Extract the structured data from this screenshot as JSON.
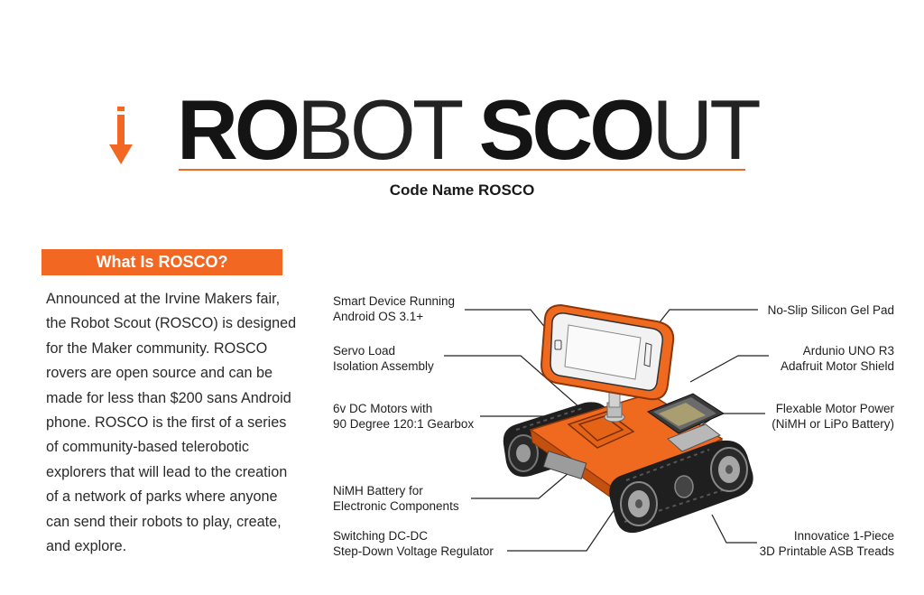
{
  "header": {
    "title_parts": [
      "RO",
      "BOT ",
      "SCO",
      "UT"
    ],
    "subtitle": "Code Name ROSCO"
  },
  "section": {
    "heading": "What Is ROSCO?",
    "body": "Announced at the Irvine Makers fair, the Robot Scout (ROSCO) is designed for the Maker community. ROSCO rovers are open source and can be made for less than $200 sans Android phone. ROSCO is the first of a series of community-based telerobotic explorers that will lead to the creation of a network of parks where anyone can send their robots to play, create, and explore."
  },
  "callouts": {
    "smart_device": [
      "Smart Device Running",
      "Android OS 3.1+"
    ],
    "servo": [
      "Servo Load",
      "Isolation Assembly"
    ],
    "motors": [
      "6v DC Motors with",
      "90 Degree 120:1 Gearbox"
    ],
    "battery": [
      "NiMH Battery for",
      "Electronic Components"
    ],
    "regulator": [
      "Switching DC-DC",
      "Step-Down Voltage Regulator"
    ],
    "gel_pad": [
      "No-Slip Silicon Gel Pad"
    ],
    "arduino": [
      "Ardunio UNO R3",
      "Adafruit Motor Shield"
    ],
    "motor_power": [
      "Flexable Motor Power",
      "(NiMH or LiPo Battery)"
    ],
    "treads": [
      "Innovatice 1-Piece",
      "3D Printable ASB Treads"
    ]
  },
  "colors": {
    "accent": "#f26722",
    "text": "#1a1a1a",
    "robot_body": "#ef6a1f",
    "tread": "#1f1f1f"
  },
  "icons": {
    "header_marker": "down-arrow-icon"
  },
  "image": {
    "subject": "3D render of orange rover robot with black tank treads and smartphone mounted on top"
  }
}
